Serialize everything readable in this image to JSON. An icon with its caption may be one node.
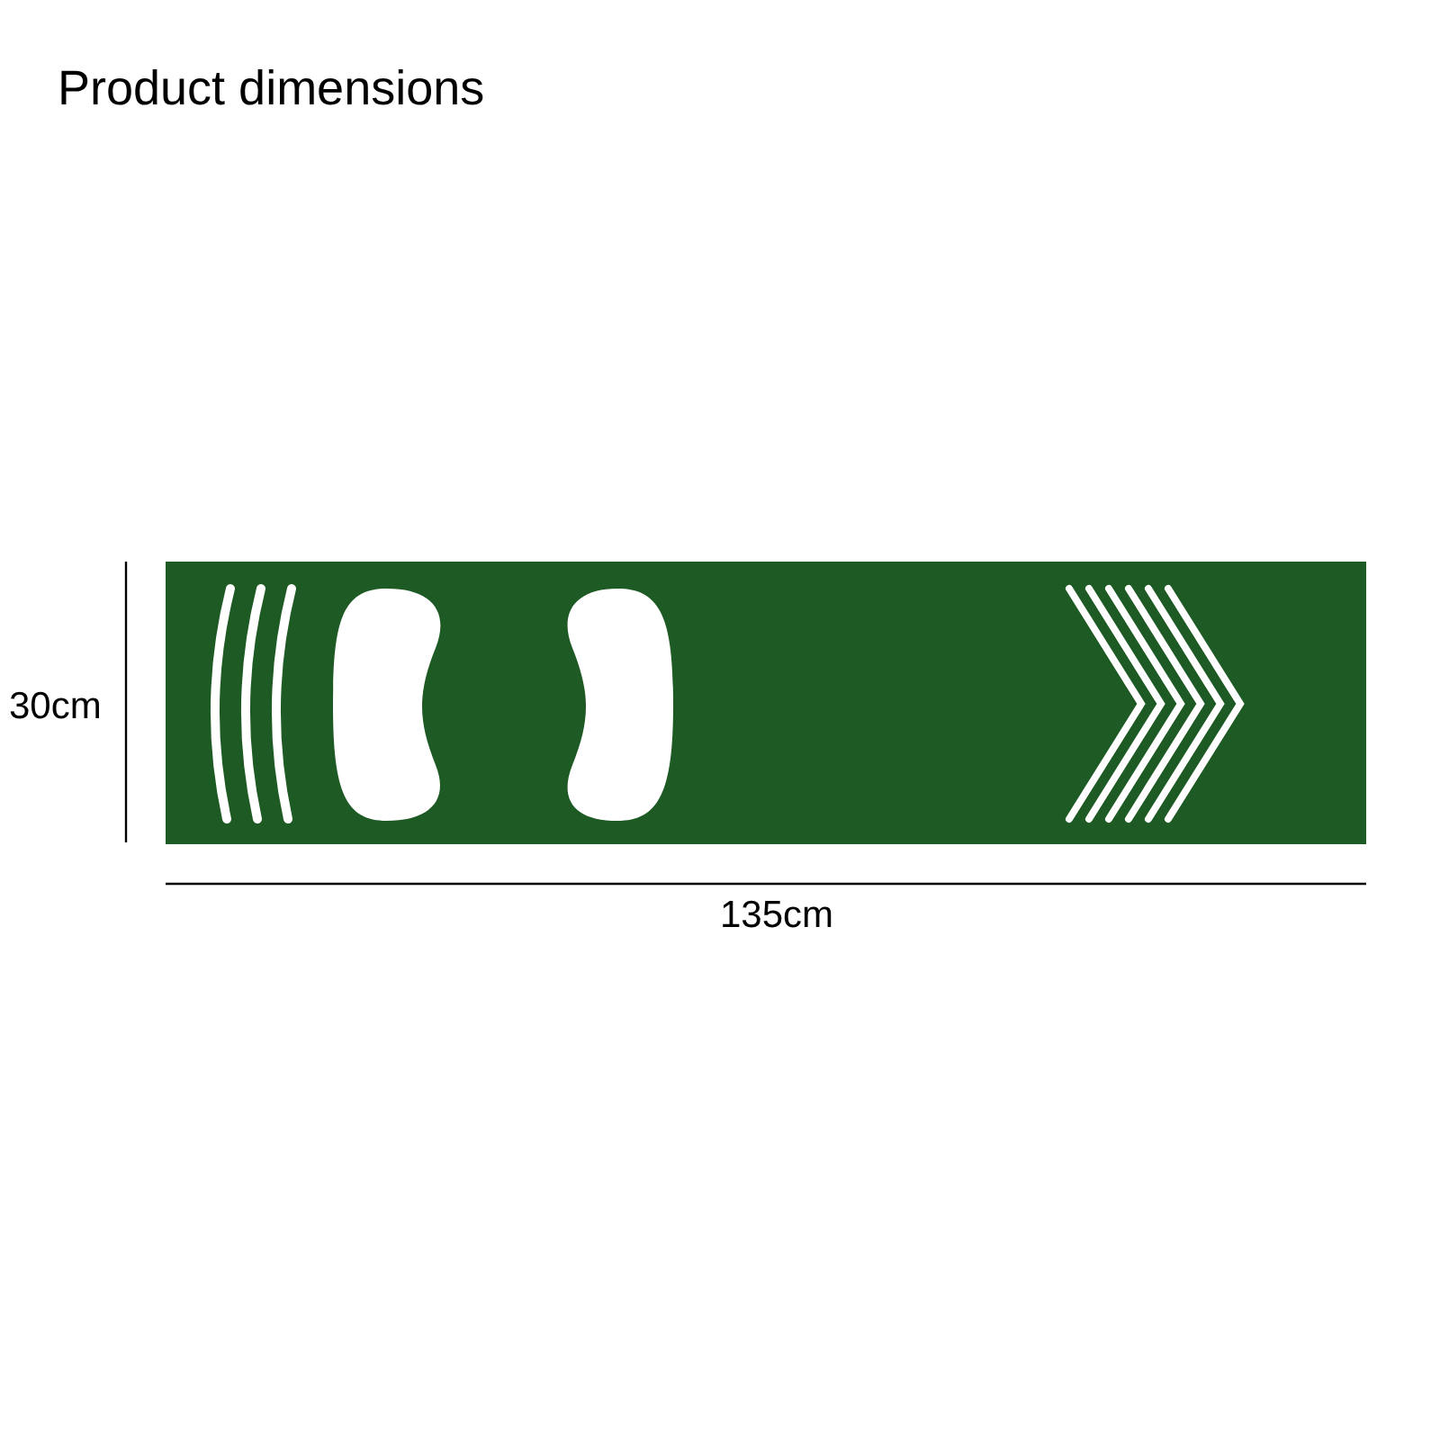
{
  "diagram": {
    "title": "Product dimensions",
    "labels": [
      "30cm",
      "135cm"
    ]
  }
}
